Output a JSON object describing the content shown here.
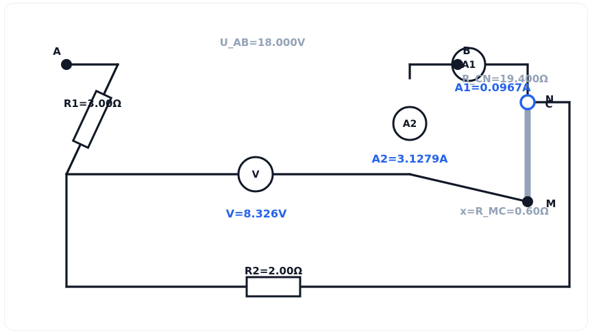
{
  "diagram": {
    "measurements": {
      "u_ab": "U_AB=18.000V",
      "v": "V=8.326V",
      "a1": "A1=0.0967A",
      "a2": "A2=3.1279A",
      "r_cn": "R_CN=19.400Ω",
      "x_mc": "x=R_MC=0.60Ω"
    },
    "nodes": {
      "a": "A",
      "b": "B",
      "c": "C",
      "n": "N",
      "m": "M"
    },
    "components": {
      "r1": "R1=3.00Ω",
      "r2": "R2=2.00Ω",
      "voltmeter": "V",
      "ammeter1": "A1",
      "ammeter2": "A2"
    },
    "colors": {
      "wire": "#111827",
      "value_blue": "#2563eb",
      "muted_gray": "#94a3b8",
      "slider": "#94a3b8"
    }
  }
}
